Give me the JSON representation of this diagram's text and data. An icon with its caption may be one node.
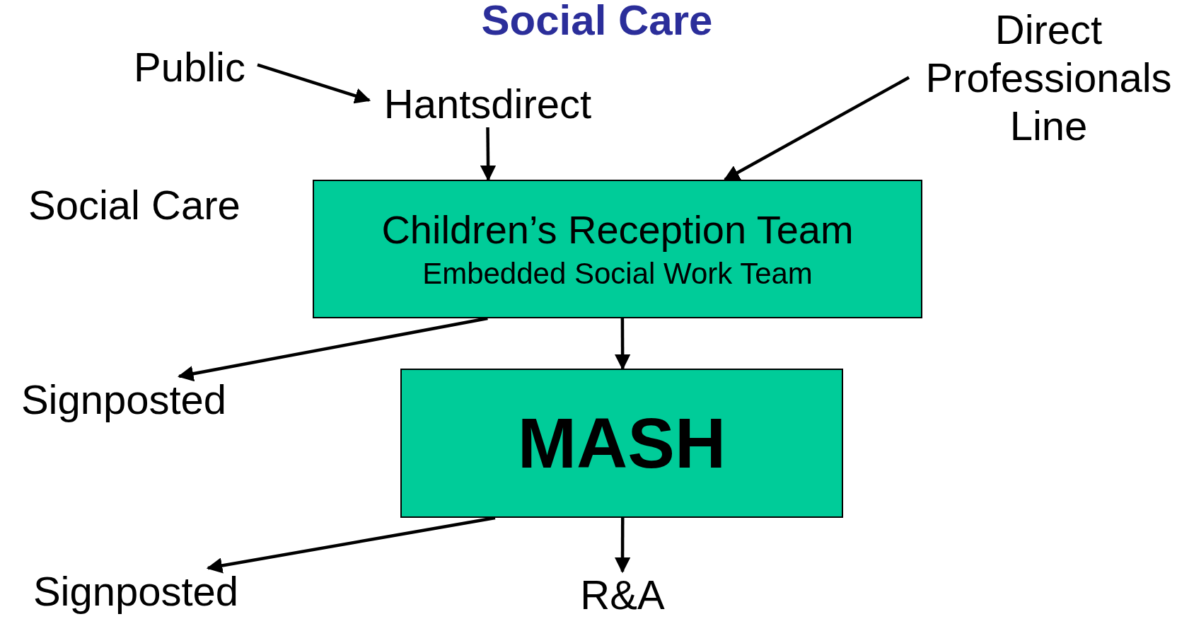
{
  "diagram": {
    "title": "Social Care",
    "nodes": [
      {
        "text": [
          "Public"
        ]
      },
      {
        "text": [
          "Hantsdirect"
        ]
      },
      {
        "text": [
          "Direct Professionals Line"
        ]
      },
      {
        "text": [
          "Children’s Reception Team",
          "Embedded Social Work Team"
        ]
      },
      {
        "text": [
          "MASH"
        ]
      },
      {
        "text": [
          "Signposted"
        ]
      },
      {
        "text": [
          "Signposted"
        ]
      },
      {
        "text": [
          "R&A"
        ]
      }
    ],
    "edges": [
      {
        "from": 0,
        "to": 1,
        "arrow": "to"
      },
      {
        "from": 1,
        "to": 3,
        "arrow": "to"
      },
      {
        "from": 2,
        "to": 3,
        "arrow": "to"
      },
      {
        "from": 3,
        "to": 5,
        "arrow": "to"
      },
      {
        "from": 3,
        "to": 4,
        "arrow": "to"
      },
      {
        "from": 4,
        "to": 6,
        "arrow": "to"
      },
      {
        "from": 4,
        "to": 7,
        "arrow": "to"
      }
    ],
    "labels": [
      "Social Care"
    ]
  }
}
